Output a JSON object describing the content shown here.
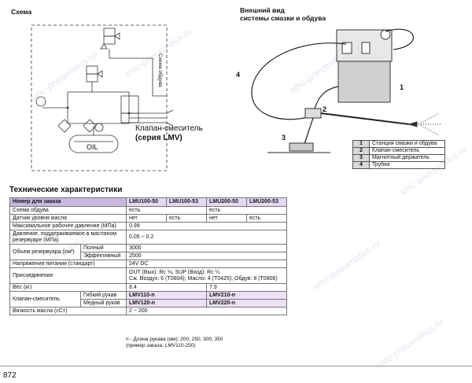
{
  "schema": {
    "title": "Схема",
    "diagram_labels": {
      "oil": "OIL",
      "side_label": "Схема обдува",
      "mixer_label": "Клапан-смеситель",
      "mixer_series": "(серия LMV)"
    }
  },
  "exterior": {
    "title_line1": "Внешний вид",
    "title_line2": "системы смазки и обдува",
    "callouts": [
      "1",
      "2",
      "3",
      "4"
    ],
    "legend": [
      {
        "num": "1",
        "label": "Станция смазки и обдува"
      },
      {
        "num": "2",
        "label": "Клапан-смеситель"
      },
      {
        "num": "3",
        "label": "Магнитный держатель"
      },
      {
        "num": "4",
        "label": "Трубки"
      }
    ]
  },
  "specs": {
    "title": "Технические характеристики",
    "order_header": "Номер для заказа",
    "models": [
      "LMU100-50",
      "LMU100-53",
      "LMU200-50",
      "LMU200-53"
    ],
    "rows": {
      "blow": {
        "label": "Схема обдува",
        "v1": "есть",
        "v2": "есть"
      },
      "level": {
        "label": "Датчик уровня масла",
        "v1": "нет",
        "v2": "есть",
        "v3": "нет",
        "v4": "есть"
      },
      "pressure": {
        "label": "Максимальное рабочее давление (МПа)",
        "value": "0.99"
      },
      "reservoir": {
        "label": "Давление, поддерживаемое в масляном резервуаре (МПа)",
        "value": "0.05 ~ 0.2"
      },
      "volume": {
        "label": "Объем резервуара (см³)",
        "full_label": "Полный",
        "full_value": "3000",
        "eff_label": "Эффективный",
        "eff_value": "2500"
      },
      "voltage": {
        "label": "Напряжение питания (стандарт)",
        "value": "24V DC"
      },
      "ports": {
        "label": "Присоединение",
        "line1": "OUT (Вых): Rc ⅛, SUP (Вход): Rc ¼",
        "line2": "Сж. Воздух: 6 (T0604); Масло: 4 (T0425); Обдув: 8 (T0806)"
      },
      "weight": {
        "label": "Вес (кг)",
        "v1": "8.4",
        "v2": "7.9"
      },
      "mixer": {
        "label": "Клапан-смеситель",
        "flex_label": "Гибкий рукав",
        "flex_a": "LMV110-n",
        "flex_b": "LMV210-n",
        "copper_label": "Медный рукав",
        "copper_a": "LMV120-n",
        "copper_b": "LMV220-n"
      },
      "viscosity": {
        "label": "Вязкость масла (сСт)",
        "value": "2 ~ 200"
      }
    },
    "footnote_line1": "n - Длина рукава (мм): 200, 250, 300, 350",
    "footnote_line2": "(пример заказа: LMV110-250)"
  },
  "page_number": "872",
  "watermark": "smc-pneumatics.ru"
}
